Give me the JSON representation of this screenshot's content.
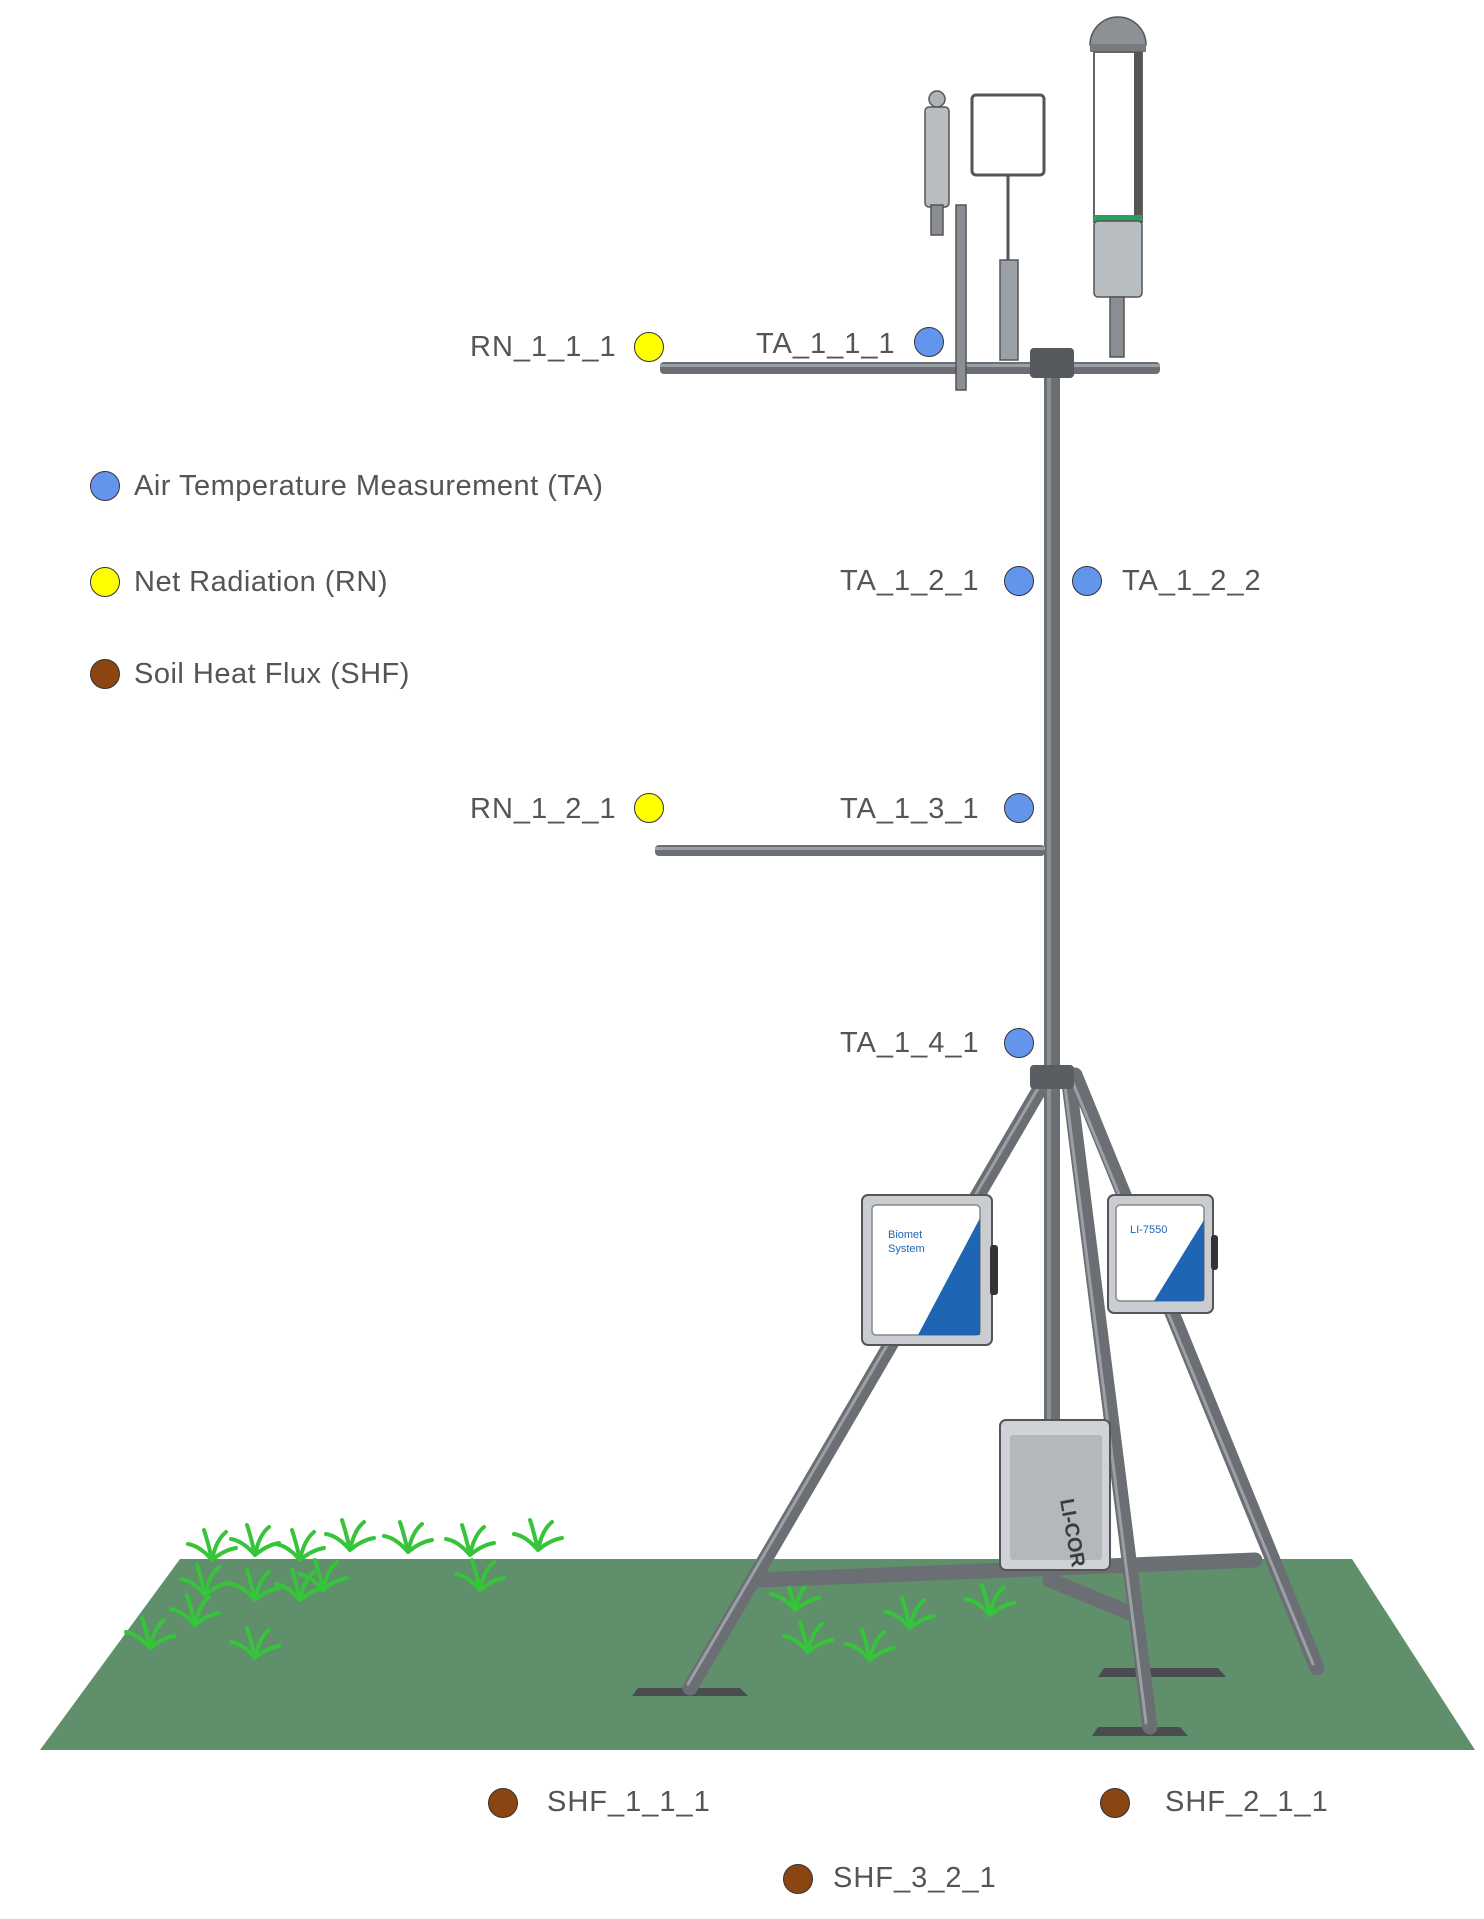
{
  "colors": {
    "TA": "#6495ED",
    "RN": "#FFFF00",
    "SHF": "#8B4513",
    "ground": "#5F8F6B",
    "grass": "#33CC33",
    "frame": "#6B6E72",
    "enclosure_accent": "#1E66B4"
  },
  "legend": [
    {
      "code": "TA",
      "label": "Air Temperature Measurement (TA)"
    },
    {
      "code": "RN",
      "label": "Net Radiation (RN)"
    },
    {
      "code": "SHF",
      "label": "Soil Heat Flux (SHF)"
    }
  ],
  "sensors": {
    "rn_1_1_1": "RN_1_1_1",
    "ta_1_1_1": "TA_1_1_1",
    "ta_1_2_1": "TA_1_2_1",
    "ta_1_2_2": "TA_1_2_2",
    "rn_1_2_1": "RN_1_2_1",
    "ta_1_3_1": "TA_1_3_1",
    "ta_1_4_1": "TA_1_4_1",
    "shf_1_1_1": "SHF_1_1_1",
    "shf_2_1_1": "SHF_2_1_1",
    "shf_3_2_1": "SHF_3_2_1"
  },
  "enclosures": {
    "biomet": [
      "Biomet",
      "System"
    ],
    "analyzer": "LI-7550",
    "logger": "LI-COR"
  }
}
